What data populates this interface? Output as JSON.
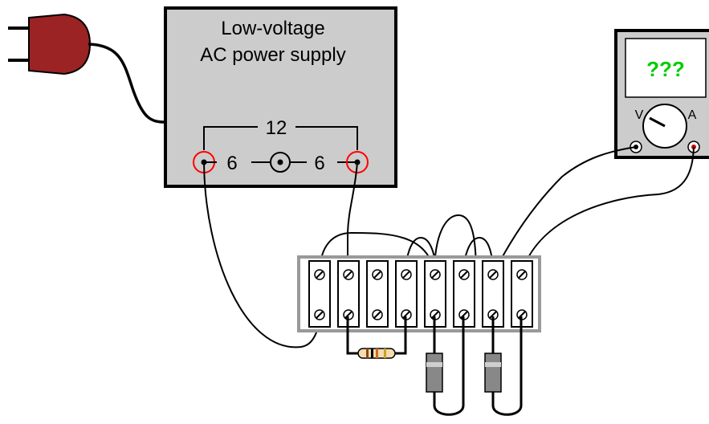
{
  "power_supply": {
    "title_line1": "Low-voltage",
    "title_line2": "AC power supply",
    "terminal_left_label": "6",
    "terminal_right_label": "6",
    "span_label": "12"
  },
  "meter": {
    "readout": "???",
    "range_v": "V",
    "range_a": "A"
  },
  "terminal_strip": {
    "columns": 8
  },
  "colors": {
    "plug": "#9b2323",
    "power_box": "#cccccc",
    "meter_body": "#cccccc",
    "readout": "#00cc00",
    "terminal_ring": "#ff0000",
    "meter_jack_red": "#cc0000",
    "diode_body": "#888888",
    "resistor_body": "#f3dcb0"
  }
}
